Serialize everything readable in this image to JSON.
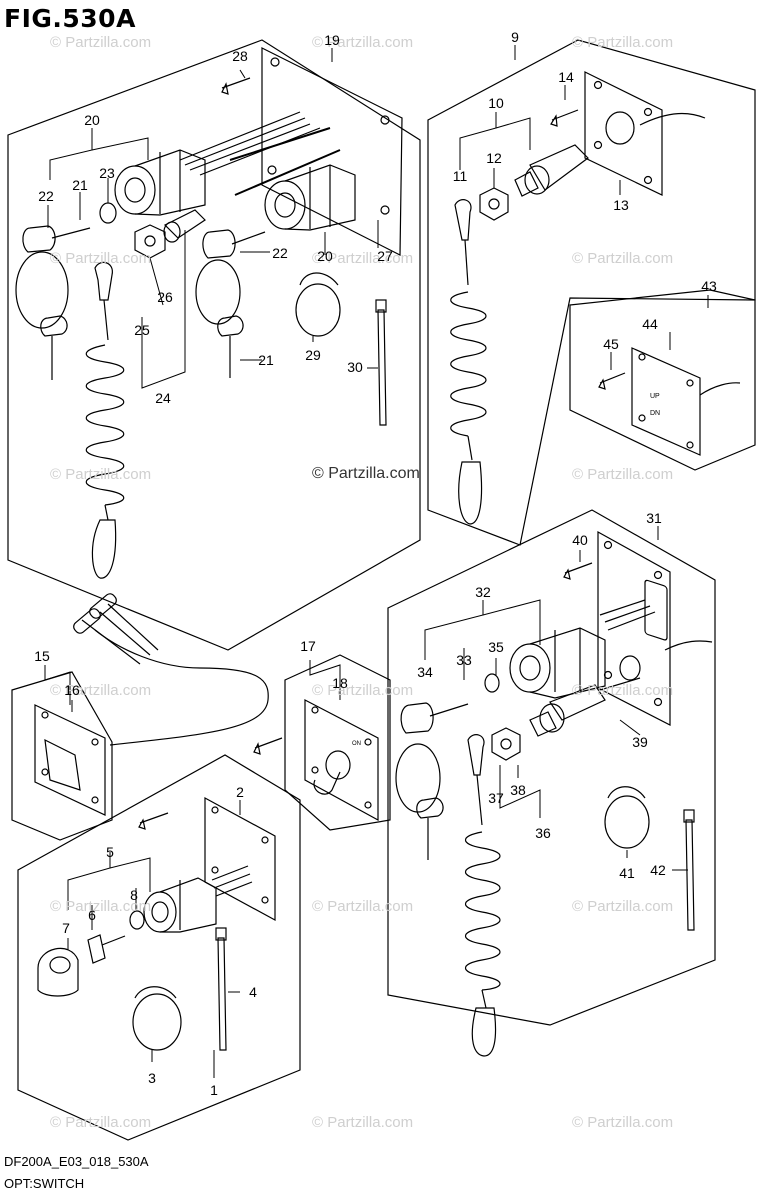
{
  "figure_title": "FIG.530A",
  "footer": {
    "code": "DF200A_E03_018_530A",
    "caption": "OPT:SWITCH"
  },
  "watermark": "© Partzilla.com",
  "callouts": [
    "1",
    "2",
    "3",
    "4",
    "5",
    "6",
    "7",
    "8",
    "9",
    "10",
    "11",
    "12",
    "13",
    "14",
    "15",
    "16",
    "17",
    "18",
    "19",
    "20",
    "20",
    "21",
    "21",
    "22",
    "22",
    "23",
    "24",
    "25",
    "26",
    "27",
    "28",
    "29",
    "30",
    "31",
    "32",
    "33",
    "34",
    "35",
    "36",
    "37",
    "38",
    "39",
    "40",
    "41",
    "42",
    "43",
    "44",
    "45"
  ],
  "switch_text": {
    "up": "UP",
    "dn": "DN",
    "on": "ON"
  }
}
